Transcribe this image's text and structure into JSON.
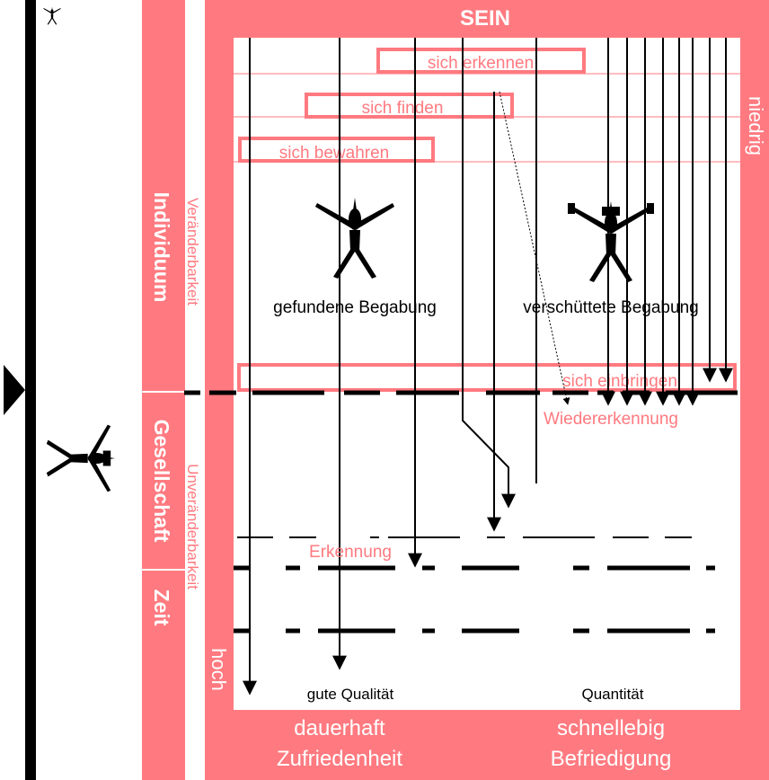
{
  "colors": {
    "accent": "#ff7a80",
    "ink": "#000000",
    "background": "#ffffff"
  },
  "frame": {
    "top_title": "SEIN",
    "right_label": "niedrig",
    "left_label": "hoch",
    "bottom_left_line1": "dauerhaft",
    "bottom_left_line2": "Zufriedenheit",
    "bottom_right_line1": "schnellebig",
    "bottom_right_line2": "Befriedigung"
  },
  "side_column": {
    "individuum": "Individuum",
    "gesellschaft": "Gesellschaft",
    "zeit": "Zeit",
    "veraenderbarkeit": "Veränderbarkeit",
    "unveraenderbarkeit": "Unveränderbarkeit"
  },
  "boxes": {
    "sich_erkennen": "sich erkennen",
    "sich_finden": "sich finden",
    "sich_bewahren": "sich bewahren",
    "sich_einbringen": "sich einbringen"
  },
  "figures": {
    "left_caption": "gefundene Begabung",
    "right_caption": "verschüttete Begabung",
    "left_icon": "open-figure-icon",
    "right_icon": "constrained-figure-icon",
    "side_icon": "constrained-figure-icon",
    "top_icon": "small-figure-icon",
    "marker_icon": "triangle-marker-icon"
  },
  "labels": {
    "wiedererkennung": "Wiedererkennung",
    "erkennung": "Erkennung",
    "gute_qualitaet": "gute Qualität",
    "quantitaet": "Quantität"
  }
}
